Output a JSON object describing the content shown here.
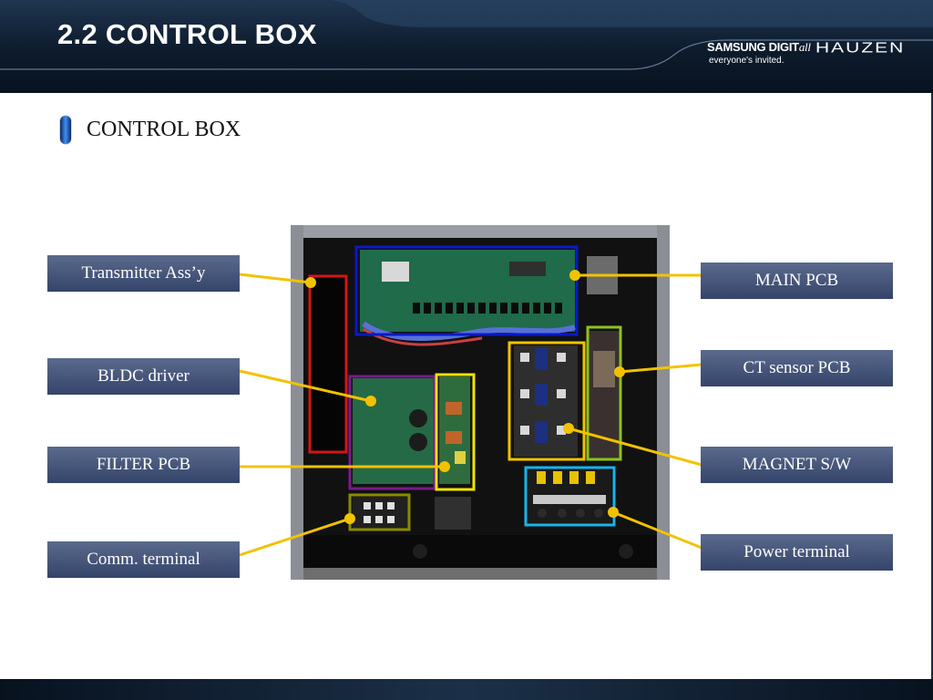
{
  "header": {
    "title": "2.2 CONTROL BOX",
    "brand": {
      "samsung": "SAMSUNG DIGIT",
      "samsung_suffix": "all",
      "tagline": "everyone's invited.",
      "hauzen": "HAUZEN"
    }
  },
  "section": {
    "title": "CONTROL BOX"
  },
  "callouts": {
    "transmitter": "Transmitter Ass’y",
    "bldc": "BLDC driver",
    "filter": "FILTER PCB",
    "comm": "Comm. terminal",
    "main_pcb": "MAIN PCB",
    "ct_sensor": "CT sensor PCB",
    "magnet": "MAGNET S/W",
    "power": "Power terminal"
  },
  "colors": {
    "leader": "#f2c200",
    "main_pcb_box": "#0a18c8",
    "transmitter_box": "#d31515",
    "bldc_box": "#7a1a8a",
    "filter_box": "#f2e400",
    "comm_box": "#8a8a00",
    "ct_box": "#8ec21a",
    "magnet_box": "#f2c200",
    "power_box": "#18b4e8",
    "label_bg": "#44557a"
  }
}
